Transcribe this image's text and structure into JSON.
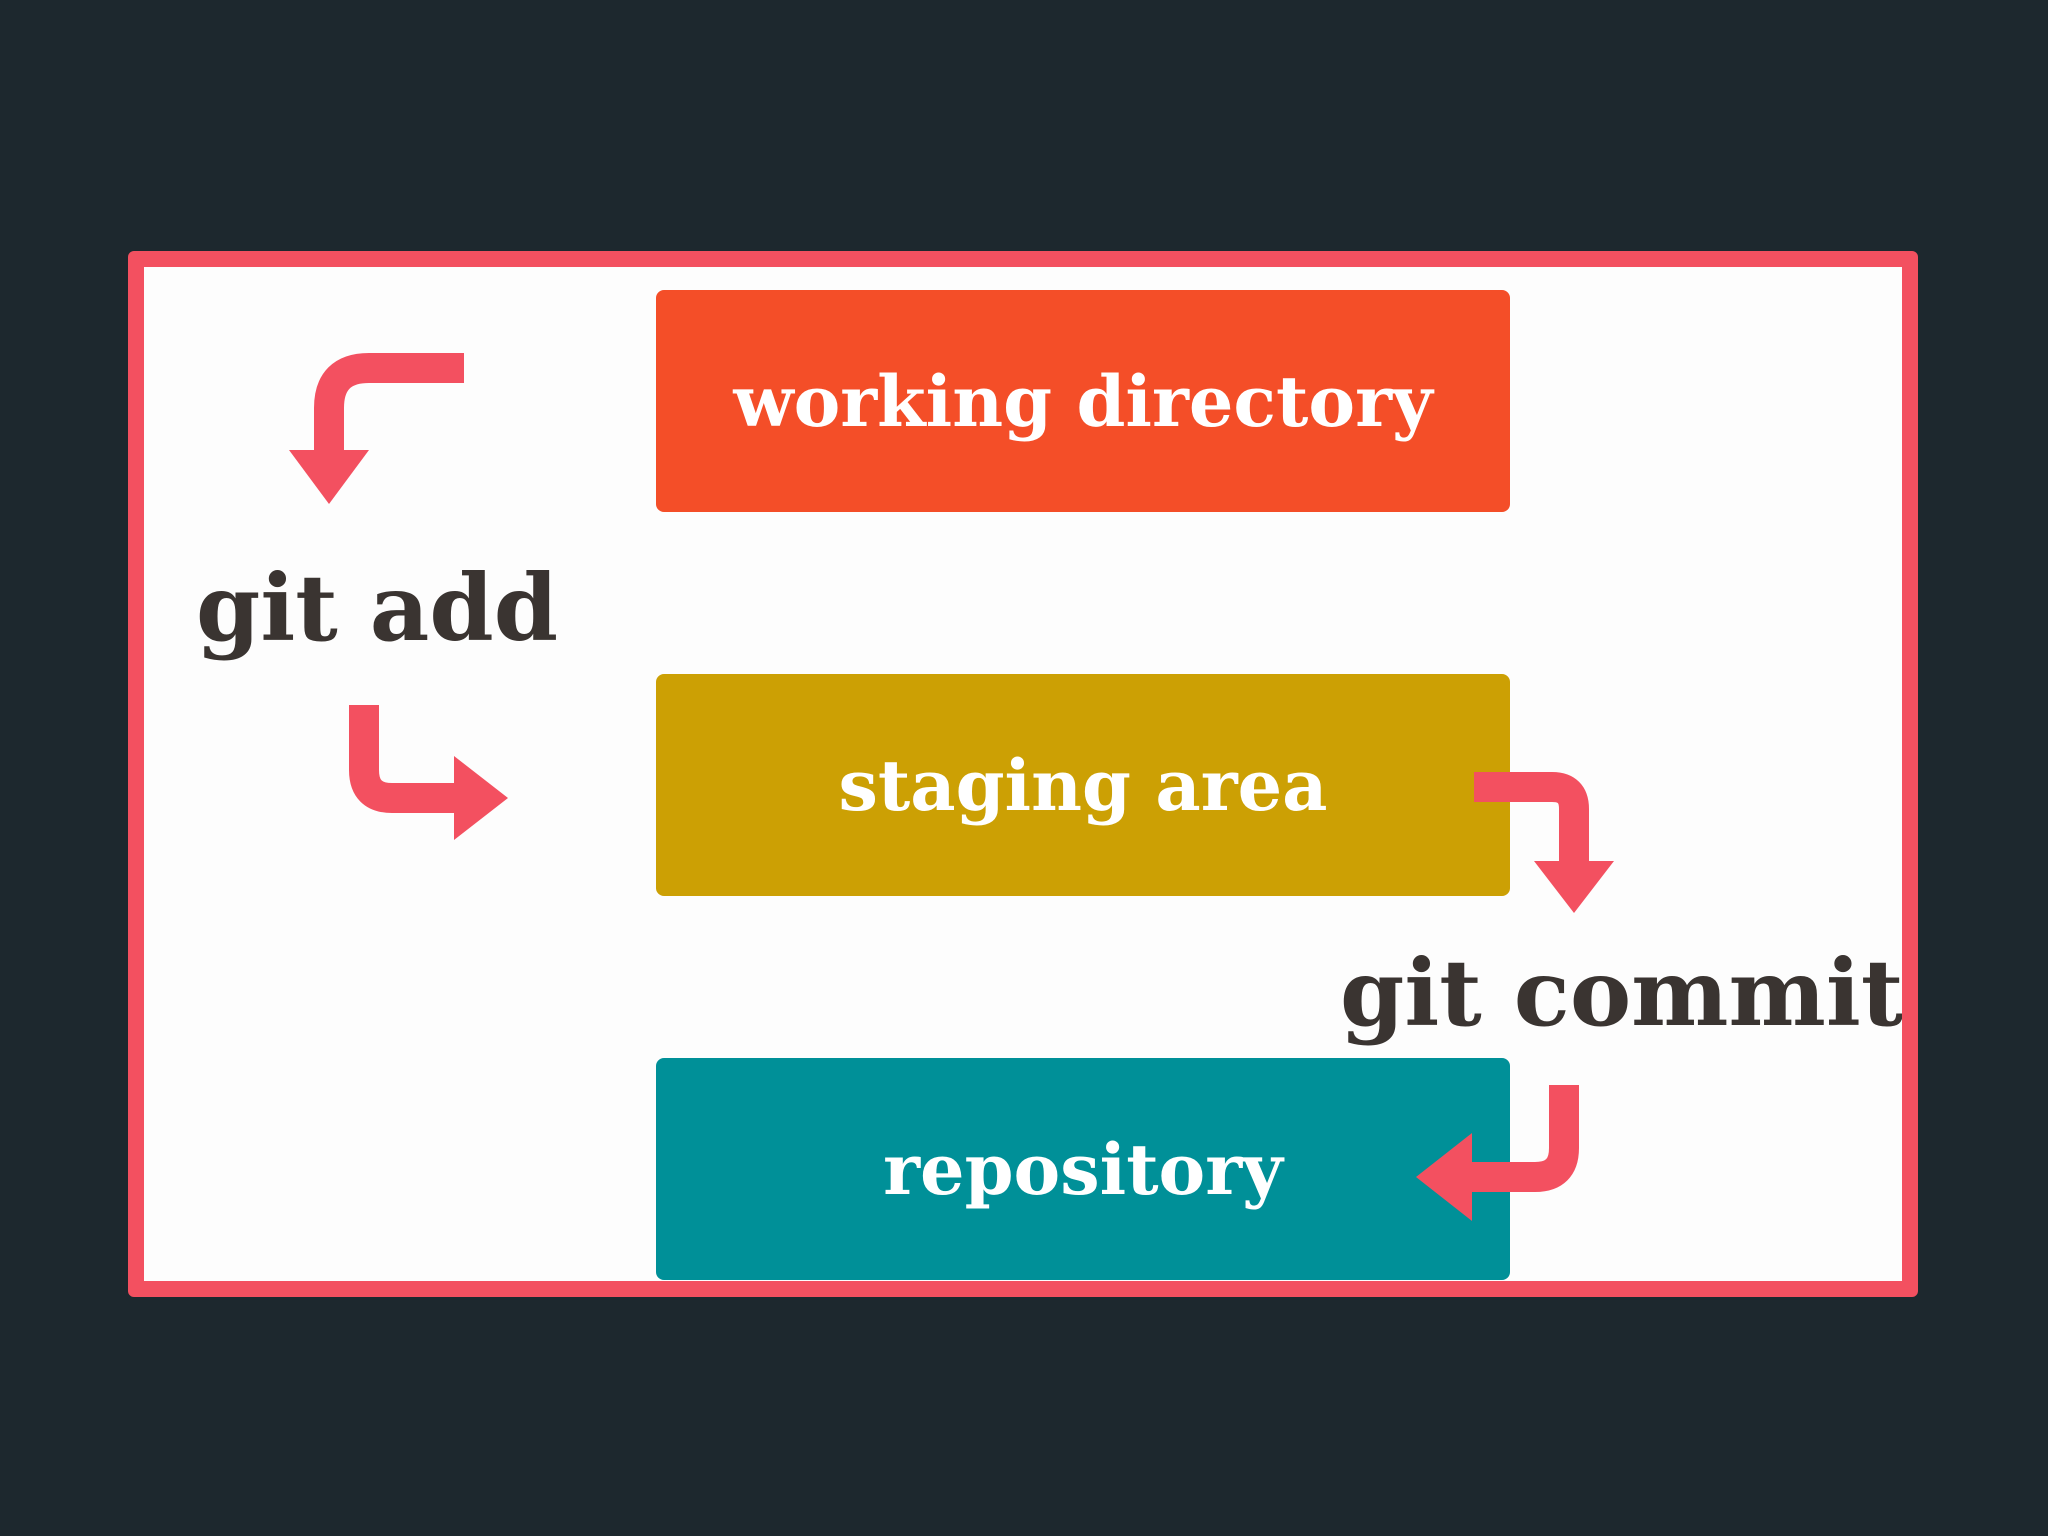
{
  "diagram": {
    "stages": [
      {
        "label": "working directory",
        "color": "#f44e28"
      },
      {
        "label": "staging area",
        "color": "#cca004"
      },
      {
        "label": "repository",
        "color": "#009098"
      }
    ],
    "commands": {
      "add": "git add",
      "commit": "git commit"
    },
    "colors": {
      "background": "#1d282e",
      "frame_border": "#f35060",
      "arrow": "#f35060",
      "command_text": "#3a3431"
    },
    "icons": {
      "add_in": "arrow-down-icon",
      "add_out": "arrow-right-icon",
      "commit_in": "arrow-down-icon",
      "commit_out": "arrow-left-icon"
    }
  }
}
